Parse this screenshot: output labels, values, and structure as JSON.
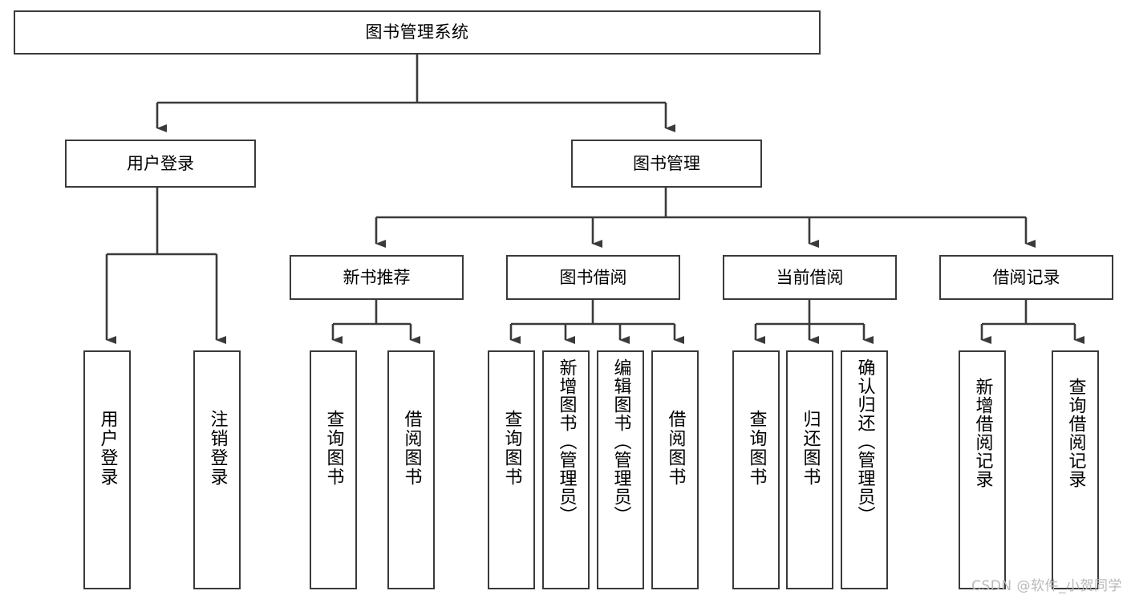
{
  "diagram": {
    "title": "图书管理系统",
    "type": "tree",
    "root": {
      "label": "图书管理系统"
    },
    "level2": [
      {
        "label": "用户登录"
      },
      {
        "label": "图书管理"
      }
    ],
    "level3": [
      {
        "label": "新书推荐"
      },
      {
        "label": "图书借阅"
      },
      {
        "label": "当前借阅"
      },
      {
        "label": "借阅记录"
      }
    ],
    "leaves": {
      "user_login": [
        {
          "label": "用户登录"
        },
        {
          "label": "注销登录"
        }
      ],
      "new_book_recommend": [
        {
          "label": "查询图书"
        },
        {
          "label": "借阅图书"
        }
      ],
      "book_borrow": [
        {
          "label": "查询图书"
        },
        {
          "label": "新增图书（管理员）"
        },
        {
          "label": "编辑图书（管理员）"
        },
        {
          "label": "借阅图书"
        }
      ],
      "current_borrow": [
        {
          "label": "查询图书"
        },
        {
          "label": "归还图书"
        },
        {
          "label": "确认归还（管理员）"
        }
      ],
      "borrow_record": [
        {
          "label": "新增借阅记录"
        },
        {
          "label": "查询借阅记录"
        }
      ]
    }
  },
  "watermark": {
    "text": "CSDN @软件_小贺同学"
  },
  "colors": {
    "stroke": "#3a3a3a",
    "background": "#ffffff",
    "text": "#000000",
    "watermark": "#b9b9b9"
  }
}
